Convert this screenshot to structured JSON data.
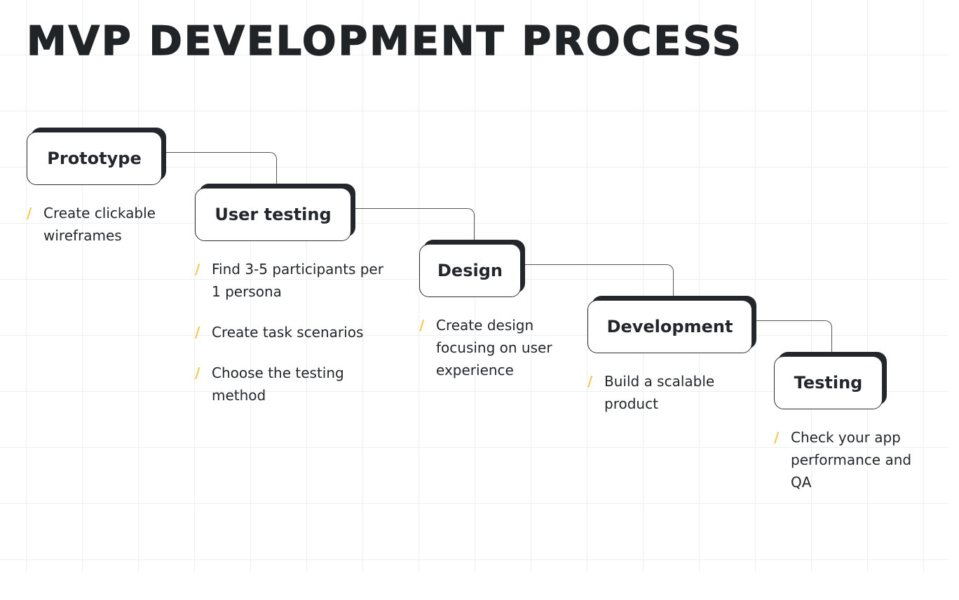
{
  "title": "MVP DEVELOPMENT PROCESS",
  "accent_color": "#f2c94c",
  "steps": [
    {
      "label": "Prototype",
      "bullets": [
        "Create clickable wireframes"
      ]
    },
    {
      "label": "User testing",
      "bullets": [
        "Find 3-5 participants per 1 persona",
        "Create task scenarios",
        "Choose the testing method"
      ]
    },
    {
      "label": "Design",
      "bullets": [
        "Create design focusing on user experience"
      ]
    },
    {
      "label": "Development",
      "bullets": [
        "Build a scalable product"
      ]
    },
    {
      "label": "Testing",
      "bullets": [
        "Check your app performance and QA"
      ]
    }
  ]
}
